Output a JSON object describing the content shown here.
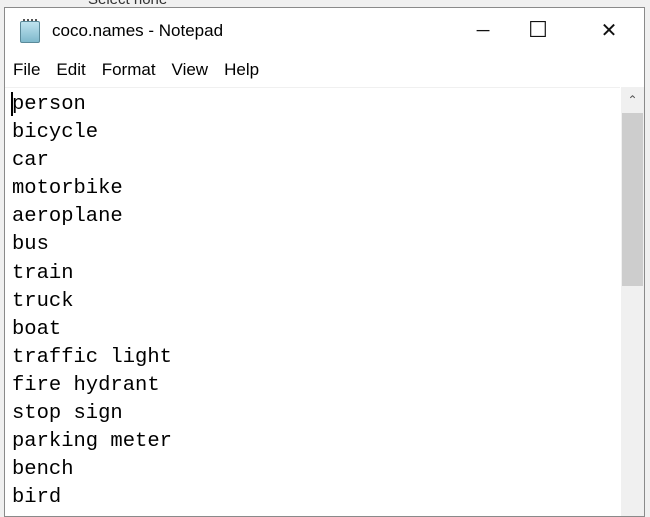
{
  "background": {
    "partial_text": "Select none"
  },
  "window": {
    "title": "coco.names - Notepad",
    "controls": {
      "minimize": "─",
      "maximize": "☐",
      "close": "✕"
    },
    "menu": [
      "File",
      "Edit",
      "Format",
      "View",
      "Help"
    ],
    "lines": [
      "person",
      "bicycle",
      "car",
      "motorbike",
      "aeroplane",
      "bus",
      "train",
      "truck",
      "boat",
      "traffic light",
      "fire hydrant",
      "stop sign",
      "parking meter",
      "bench",
      "bird"
    ],
    "scrollbar": {
      "up_arrow": "⌃"
    }
  }
}
